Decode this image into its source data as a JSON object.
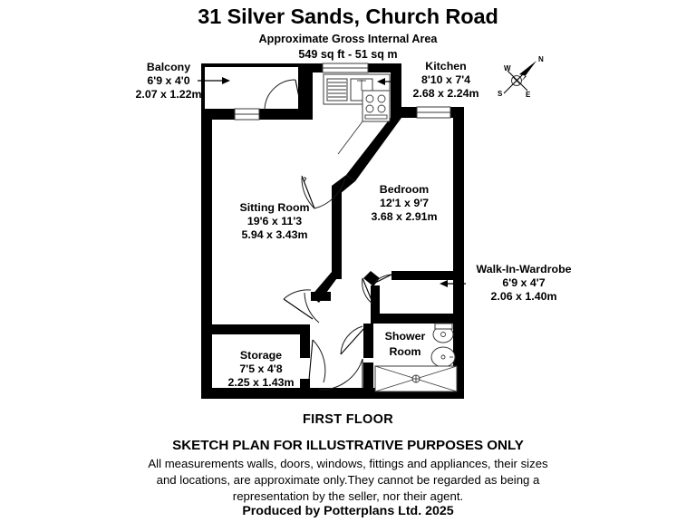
{
  "header": {
    "title": "31 Silver Sands, Church Road",
    "area_label": "Approximate Gross Internal Area",
    "area_value": "549 sq ft - 51 sq m"
  },
  "rooms": [
    {
      "id": "balcony",
      "name": "Balcony",
      "dims_imperial": "6'9 x 4'0",
      "dims_metric": "2.07 x 1.22m",
      "callout": true
    },
    {
      "id": "kitchen",
      "name": "Kitchen",
      "dims_imperial": "8'10 x 7'4",
      "dims_metric": "2.68 x 2.24m",
      "callout": true
    },
    {
      "id": "sitting-room",
      "name": "Sitting Room",
      "dims_imperial": "19'6 x 11'3",
      "dims_metric": "5.94 x 3.43m",
      "callout": false
    },
    {
      "id": "bedroom",
      "name": "Bedroom",
      "dims_imperial": "12'1 x 9'7",
      "dims_metric": "3.68 x 2.91m",
      "callout": false
    },
    {
      "id": "walk-in-wardrobe",
      "name": "Walk-In-Wardrobe",
      "dims_imperial": "6'9 x 4'7",
      "dims_metric": "2.06 x 1.40m",
      "callout": true
    },
    {
      "id": "storage",
      "name": "Storage",
      "dims_imperial": "7'5 x 4'8",
      "dims_metric": "2.25 x 1.43m",
      "callout": false
    },
    {
      "id": "shower-room",
      "name_line1": "Shower",
      "name_line2": "Room",
      "name": "Shower Room",
      "dims_imperial": "",
      "dims_metric": "",
      "callout": false
    }
  ],
  "compass": {
    "north": "N",
    "south": "S",
    "east": "E",
    "west": "W"
  },
  "footer": {
    "floor_label": "FIRST FLOOR",
    "disclaimer_heading": "SKETCH PLAN FOR ILLUSTRATIVE PURPOSES ONLY",
    "disclaimer_line1": "All measurements walls, doors, windows, fittings and appliances, their sizes",
    "disclaimer_line2": "and locations, are approximate only.They cannot be regarded as being a",
    "disclaimer_line3": "representation by the seller, nor their agent.",
    "produced_by": "Produced by Potterplans Ltd. 2025"
  },
  "colors": {
    "wall": "#000000",
    "background": "#ffffff",
    "text": "#000000",
    "fixture_stroke": "#3a3a3a"
  }
}
